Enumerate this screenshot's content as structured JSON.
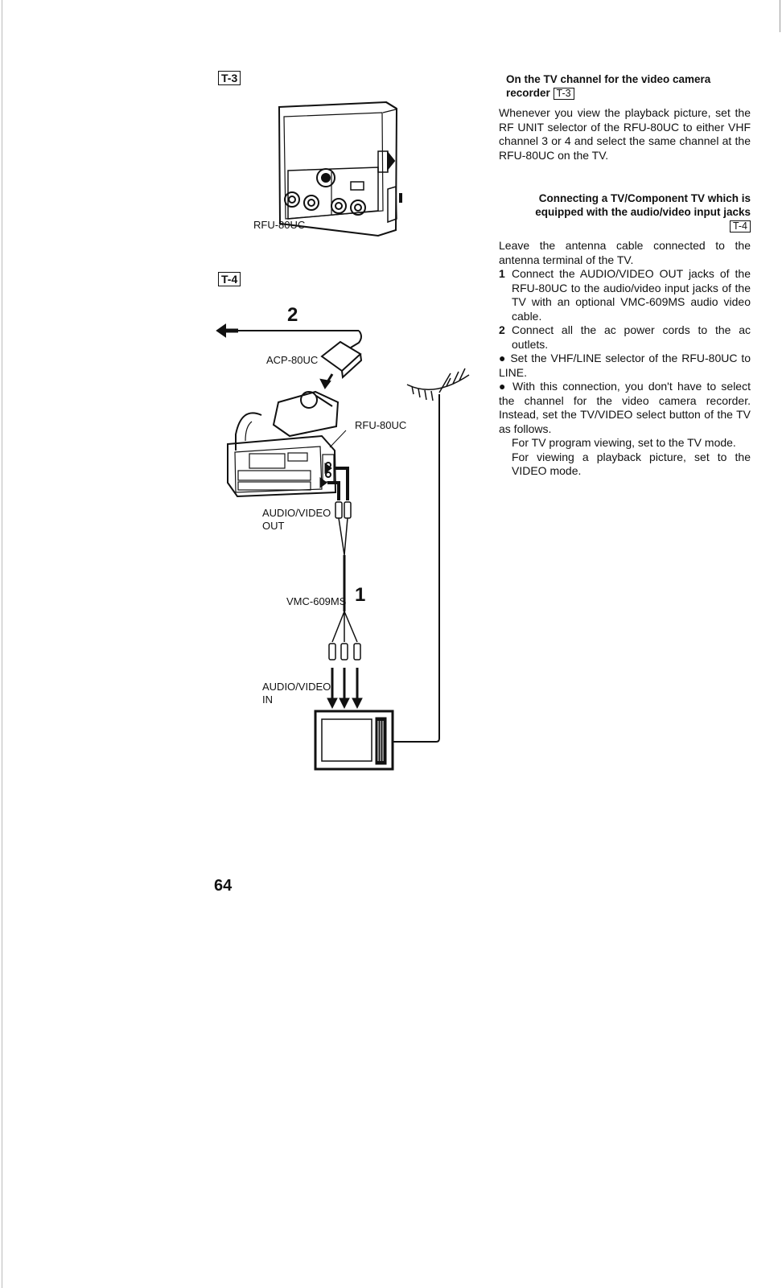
{
  "figures": {
    "t3": {
      "label": "T-3",
      "device_label": "RFU-80UC"
    },
    "t4": {
      "label": "T-4",
      "step_2": "2",
      "adapter_label": "ACP-80UC",
      "rf_unit_label": "RFU-80UC",
      "out_label_line1": "AUDIO/VIDEO",
      "out_label_line2": "OUT",
      "cable_label": "VMC-609MS",
      "step_1": "1",
      "in_label_line1": "AUDIO/VIDEO",
      "in_label_line2": "IN"
    }
  },
  "section1": {
    "heading_line1": "On the TV channel for the video camera",
    "heading_line2": "recorder",
    "heading_ref": "T-3",
    "body": "Whenever you view the playback picture, set the RF UNIT selector of the RFU-80UC to either VHF channel 3 or 4 and select the same channel at the RFU-80UC on the TV."
  },
  "section2": {
    "heading_line1": "Connecting a TV/Component TV which is",
    "heading_line2": "equipped with the audio/video input jacks",
    "heading_ref": "T-4",
    "intro": "Leave the antenna cable connected to the antenna terminal of the TV.",
    "steps": [
      {
        "num": "1",
        "text": "Connect the AUDIO/VIDEO OUT jacks of the RFU-80UC to the audio/video input jacks of the TV with an optional VMC-609MS audio video cable."
      },
      {
        "num": "2",
        "text": "Connect all the ac power cords to the ac outlets."
      }
    ],
    "bullet1": "● Set the VHF/LINE selector of the RFU-80UC to LINE.",
    "bullet2": "● With this connection, you don't have to select the channel for the video camera recorder. Instead, set the TV/VIDEO select button of the TV as follows.",
    "sub1": "For TV program viewing, set to the TV mode.",
    "sub2": "For viewing a playback picture, set to the VIDEO mode."
  },
  "page_number": "64"
}
